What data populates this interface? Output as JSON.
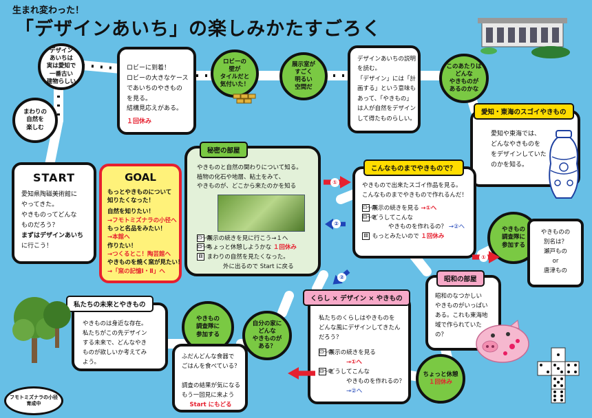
{
  "header": {
    "sup": "生まれ変わった！",
    "title": "「デザインあいち」の楽しみかたすごろく"
  },
  "bubbles": {
    "c1": "デザイン\nあいちは\n実は愛知で\n一番古い\n建物らしい",
    "c2": "まわりの\n自然を\n楽しむ",
    "c3": "ロビーの\n壁が\nタイルだと\n気付いた！",
    "c4": "展示室が\nすごく\n明るい\n空間だ",
    "c5": "このあたりは\nどんな\nやきものが\nあるのかな",
    "c6": "やきもの\n調査隊に\n参加する",
    "c7": "自分の家に\nどんな\nやきものが\nある？",
    "c8": "やきもの\n調査隊に\n参加する",
    "c9": "ちょっと休憩",
    "c9_red": "１回休み"
  },
  "start": {
    "label": "START",
    "lines": [
      "愛知県陶磁美術館に",
      "やってきた。",
      "やきものってどんな",
      "ものだろう？",
      "まずはデザインあいち",
      "に行こう！"
    ]
  },
  "goal": {
    "label": "GOAL",
    "lines": [
      "もっとやきものについて",
      "知りたくなった！"
    ],
    "items": [
      {
        "q": "自然を知りたい！",
        "a": "→フモトミズナラの小径へ"
      },
      {
        "q": "もっと名品をみたい！",
        "a": "→本館へ"
      },
      {
        "q": "作りたい！",
        "a": "→つくるとこ！陶芸館へ"
      },
      {
        "q": "やきものを焼く窯が見たい！",
        "a": "→「窯の記憶Ⅰ・Ⅱ」へ"
      }
    ]
  },
  "lobby": {
    "lines": [
      "ロビーに到着！",
      "ロビーの大きなケース",
      "であいちのやきもの",
      "を見る。",
      "結構見応えがある。"
    ],
    "red": "１回休み"
  },
  "explain": {
    "lines": [
      "デザインあいちの説明",
      "を読む。",
      "「デザイン」には「計",
      "画する」という意味も",
      "あって、「やきもの」",
      "は人が自然をデザイン",
      "して得たものらしい。"
    ]
  },
  "sugoi": {
    "tag": "愛知・東海のスゴイやきもの",
    "lines": [
      "愛知や東海では、",
      "どんなやきものを",
      "をデザインしていた",
      "のかを知る。"
    ]
  },
  "himitsu": {
    "tag": "秘密の部屋",
    "lines": [
      "やきものと自然の関わりについて知る。",
      "植物の化石や地層、粘土をみて、",
      "やきものが、どこから来たのかを知る"
    ],
    "choices": [
      {
        "dice": "⚀〜⚂",
        "text": "展示の続きを見に行こう→１へ",
        "red": ""
      },
      {
        "dice": "⚃〜⚄",
        "text": "ちょっと休憩しようかな",
        "red": "１回休み"
      },
      {
        "dice": "⚅",
        "text": "まわりの自然を見たくなった。",
        "red": ""
      },
      {
        "dice": "",
        "text": "外に出るので Start に戻る",
        "red": ""
      }
    ]
  },
  "konna": {
    "tag": "こんなものまでやきもので？",
    "lines": [
      "やきもので出来たスゴイ作品を見る。",
      "こんなものまでやきもので作れるんだ！"
    ],
    "choices": [
      {
        "dice": "⚀〜⚂",
        "text": "展示の続きを見る",
        "arrow": "→①へ"
      },
      {
        "dice": "⚃〜⚄",
        "text": "どうしてこんな",
        "arrow": ""
      },
      {
        "dice": "",
        "text": "やきものを作れるの？",
        "arrow": "→②へ"
      },
      {
        "dice": "⚅",
        "text": "もっとみたいので",
        "arrow": "１回休み"
      }
    ]
  },
  "betsumei": {
    "lines": [
      "やきものの",
      "別名は？"
    ],
    "a": "瀬戸もの",
    "or": "or",
    "b": "唐津もの"
  },
  "showa": {
    "tag": "昭和の部屋",
    "lines": [
      "昭和のなつかしい",
      "やきものがいっぱい",
      "ある。これも東海地",
      "域で作られていた",
      "の？"
    ]
  },
  "kurashi": {
    "tag": "くらし × デザイン × やきもの",
    "lines": [
      "私たちのくらしはやきものを",
      "どんな風にデザインしてきたん",
      "だろう？"
    ],
    "choices": [
      {
        "dice": "⚀〜⚂",
        "text": "展示の続きを見る",
        "arrow": "→①へ"
      },
      {
        "dice": "⚃〜⚅",
        "text": "どうしてこんな",
        "arrow": ""
      },
      {
        "dice": "",
        "text": "やきものを作れるの？",
        "arrow": "→②へ"
      }
    ]
  },
  "chosa": {
    "lines": [
      "ふだんどんな食器で",
      "ごはんを食べている？",
      "",
      "調査の結果が気になる",
      "もう一回見に来よう"
    ],
    "red": "Start にもどる"
  },
  "mirai": {
    "tag": "私たちの未来とやきもの",
    "lines": [
      "やきものは身近な存在。",
      "私たちがこの先デザイン",
      "する未来で、どんなやき",
      "ものが欲しいか考えてみ",
      "よう。"
    ]
  },
  "fumoto": {
    "lines": [
      "フモトミズナラの小径",
      "育成中"
    ]
  },
  "markers": {
    "one": "①",
    "two": "②"
  }
}
